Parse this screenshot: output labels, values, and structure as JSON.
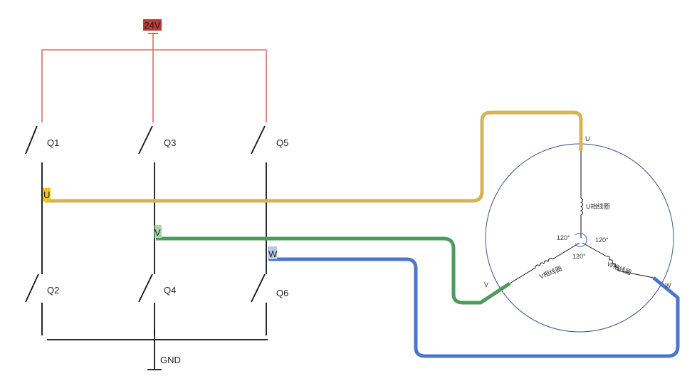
{
  "supply": {
    "label": "24V",
    "color": "#c0392b",
    "fill": "#b83a3a"
  },
  "ground": {
    "label": "GND"
  },
  "switches": {
    "q1": "Q1",
    "q2": "Q2",
    "q3": "Q3",
    "q4": "Q4",
    "q5": "Q5",
    "q6": "Q6"
  },
  "phases": {
    "u": {
      "tag": "U",
      "color": "#d4b456",
      "tag_bg": "#f0c419",
      "motor_tag": "U",
      "coil": "U相线圈"
    },
    "v": {
      "tag": "V",
      "color": "#4e9a5a",
      "tag_bg": "#a8d5b0",
      "motor_tag": "V",
      "coil": "V相线圈"
    },
    "w": {
      "tag": "W",
      "color": "#4a77c9",
      "tag_bg": "#b9c9ea",
      "motor_tag": "W",
      "coil": "W相线圈"
    }
  },
  "angles": {
    "a1": "120°",
    "a2": "120°",
    "a3": "120°"
  },
  "colors": {
    "wire": "#111111",
    "motor_circle": "#3b4f8f",
    "angle_arc": "#2f6fd6"
  }
}
